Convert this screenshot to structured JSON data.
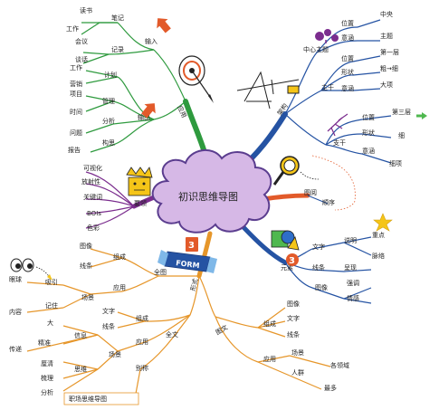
{
  "center": {
    "title": "初识思维导图"
  },
  "colors": {
    "green": "#2e9a3e",
    "blue": "#2553a3",
    "orange": "#e6962a",
    "purple": "#7b2d8e",
    "cloud": "#d6b8e6",
    "cloud_stroke": "#5b3d8f",
    "red": "#e25a2a",
    "gold": "#f5c518"
  },
  "branches": {
    "yingyong": {
      "label": "应用",
      "groups": [
        {
          "label": "输入",
          "items": [
            {
              "label": "笔记",
              "leaves": [
                "读书",
                "工作"
              ]
            },
            {
              "label": "记录",
              "leaves": [
                "会议",
                "谈话"
              ]
            }
          ]
        },
        {
          "label": "输出",
          "items": [
            {
              "label": "计划",
              "leaves": [
                "工作",
                "营销"
              ]
            },
            {
              "label": "管理",
              "leaves": [
                "项目",
                "时间"
              ]
            },
            {
              "label": "分析",
              "leaves": [
                "问题"
              ]
            },
            {
              "label": "构思",
              "leaves": [
                "报告"
              ]
            }
          ]
        }
      ]
    },
    "jiagou": {
      "label": "架构",
      "groups": [
        {
          "label": "中心主题",
          "items": [
            {
              "label": "位置",
              "leaves": [
                "中央"
              ]
            },
            {
              "label": "意涵",
              "leaves": [
                "主题"
              ]
            }
          ]
        },
        {
          "label": "主干",
          "items": [
            {
              "label": "位置",
              "leaves": [
                "第一层"
              ]
            },
            {
              "label": "形状",
              "leaves": [
                "粗→细"
              ]
            },
            {
              "label": "意涵",
              "leaves": [
                "大项"
              ]
            }
          ]
        },
        {
          "label": "支干",
          "items": [
            {
              "label": "位置",
              "leaves": [
                "第三层"
              ]
            },
            {
              "label": "形状",
              "leaves": [
                "细"
              ]
            },
            {
              "label": "意涵",
              "leaves": [
                "细项"
              ]
            }
          ]
        }
      ]
    },
    "tuyue": {
      "label": "图阅",
      "sub": "顺序"
    },
    "yaoling": {
      "label": "要领",
      "leaves": [
        "可视化",
        "放射性",
        "关键词",
        "BOIs",
        "色彩"
      ]
    },
    "yuansu": {
      "label": "元素",
      "items": [
        {
          "label": "文字",
          "leaves": [
            "说明",
            "重点"
          ]
        },
        {
          "label": "线条",
          "leaves": [
            "呈现",
            "脉络"
          ]
        },
        {
          "label": "图像",
          "leaves": [
            "强调",
            "情感"
          ]
        }
      ]
    },
    "xingshi": {
      "label": "形式",
      "badge_number": "3",
      "badge_text": "FORM",
      "quantu": {
        "label": "全图",
        "items": [
          {
            "label": "组成",
            "leaves": [
              "图像",
              "线条"
            ]
          },
          {
            "label": "应用",
            "sub": "场景",
            "leaves": [
              "吸引",
              "记住"
            ],
            "far": [
              "眼球",
              "内容"
            ]
          }
        ]
      },
      "quanwen": {
        "label": "全文",
        "items": [
          {
            "label": "组成",
            "leaves": [
              "文字",
              "线条"
            ]
          },
          {
            "label": "应用",
            "sub": "场景",
            "leaves": [
              "信息",
              "思维"
            ],
            "far": [
              "大",
              "精准",
              "传递",
              "厘清",
              "梳理",
              "分析"
            ]
          },
          {
            "label": "别称",
            "leaves": [
              "职场思维导图"
            ]
          }
        ]
      },
      "tuwen": {
        "label": "图文",
        "items": [
          {
            "label": "组成",
            "leaves": [
              "图像",
              "文字",
              "线条"
            ]
          },
          {
            "label": "应用",
            "leaves": [
              "场景",
              "人群"
            ],
            "far": [
              "各领域",
              "最多"
            ]
          }
        ]
      }
    }
  }
}
